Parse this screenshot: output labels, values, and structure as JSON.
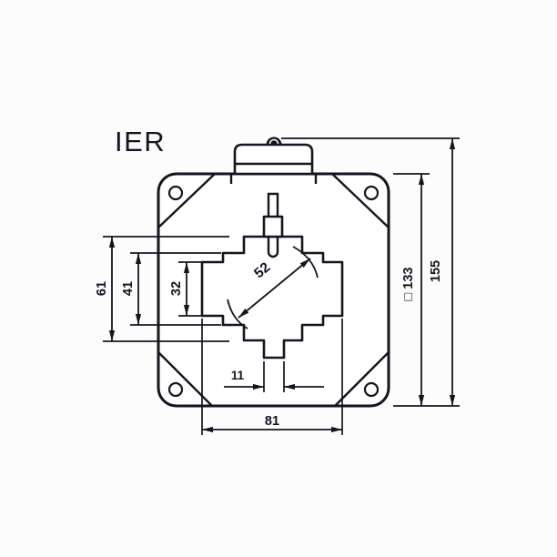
{
  "title": "IER",
  "drawing": {
    "type": "technical-dimension-drawing",
    "subject": "current-transformer front view",
    "colors": {
      "line": "#15151d",
      "background": "#fcfcfc",
      "fill": "#ffffff"
    },
    "dimensions": {
      "window_height_outer": "61",
      "window_height_mid": "41",
      "window_height_inner": "32",
      "window_diagonal": "52",
      "bottom_slot_width": "11",
      "window_width": "81",
      "body_square_size": "□ 133",
      "overall_height": "155"
    }
  }
}
